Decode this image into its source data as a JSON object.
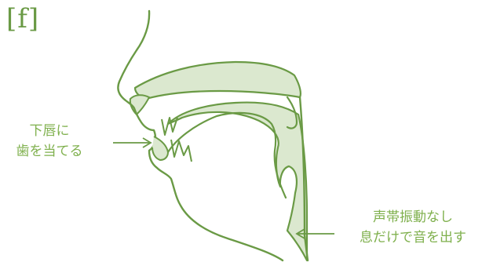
{
  "title": "[f]",
  "annotations": {
    "lip_teeth": {
      "line1": "下唇に",
      "line2": "歯を当てる"
    },
    "voice": {
      "line1": "声帯振動なし",
      "line2": "息だけで音を出す"
    }
  },
  "colors": {
    "outline": "#6a9a45",
    "fill": "#dbe8cf",
    "label": "#7fb04d"
  }
}
